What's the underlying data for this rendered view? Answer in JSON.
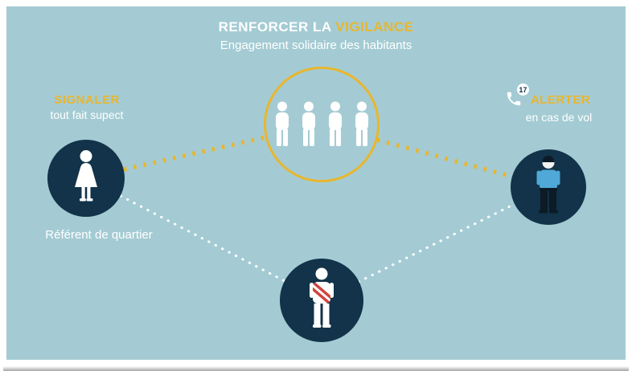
{
  "header": {
    "title_white": "RENFORCER LA",
    "title_gold": "VIGILANCE",
    "subtitle": "Engagement solidaire des habitants"
  },
  "left": {
    "label_gold": "SIGNALER",
    "label_white": "tout fait supect",
    "caption": "Référent de quartier"
  },
  "right": {
    "phone_badge": "17",
    "label_gold": "ALERTER",
    "label_white": "en cas de vol"
  },
  "icons": {
    "center": "habitants-group-icon (4 white person pictograms)",
    "left": "woman-icon (référent de quartier)",
    "right": "police-officer-icon",
    "bottom": "mayor-sash-icon (elected official with tricolor sash)",
    "phone": "phone-handset-icon"
  },
  "colors": {
    "background": "#a4cbd3",
    "accent_gold": "#e8b62f",
    "circle_navy": "#123349",
    "text_white": "#ffffff",
    "police_blue": "#4fa8d8",
    "sash_red": "#cf4540"
  }
}
